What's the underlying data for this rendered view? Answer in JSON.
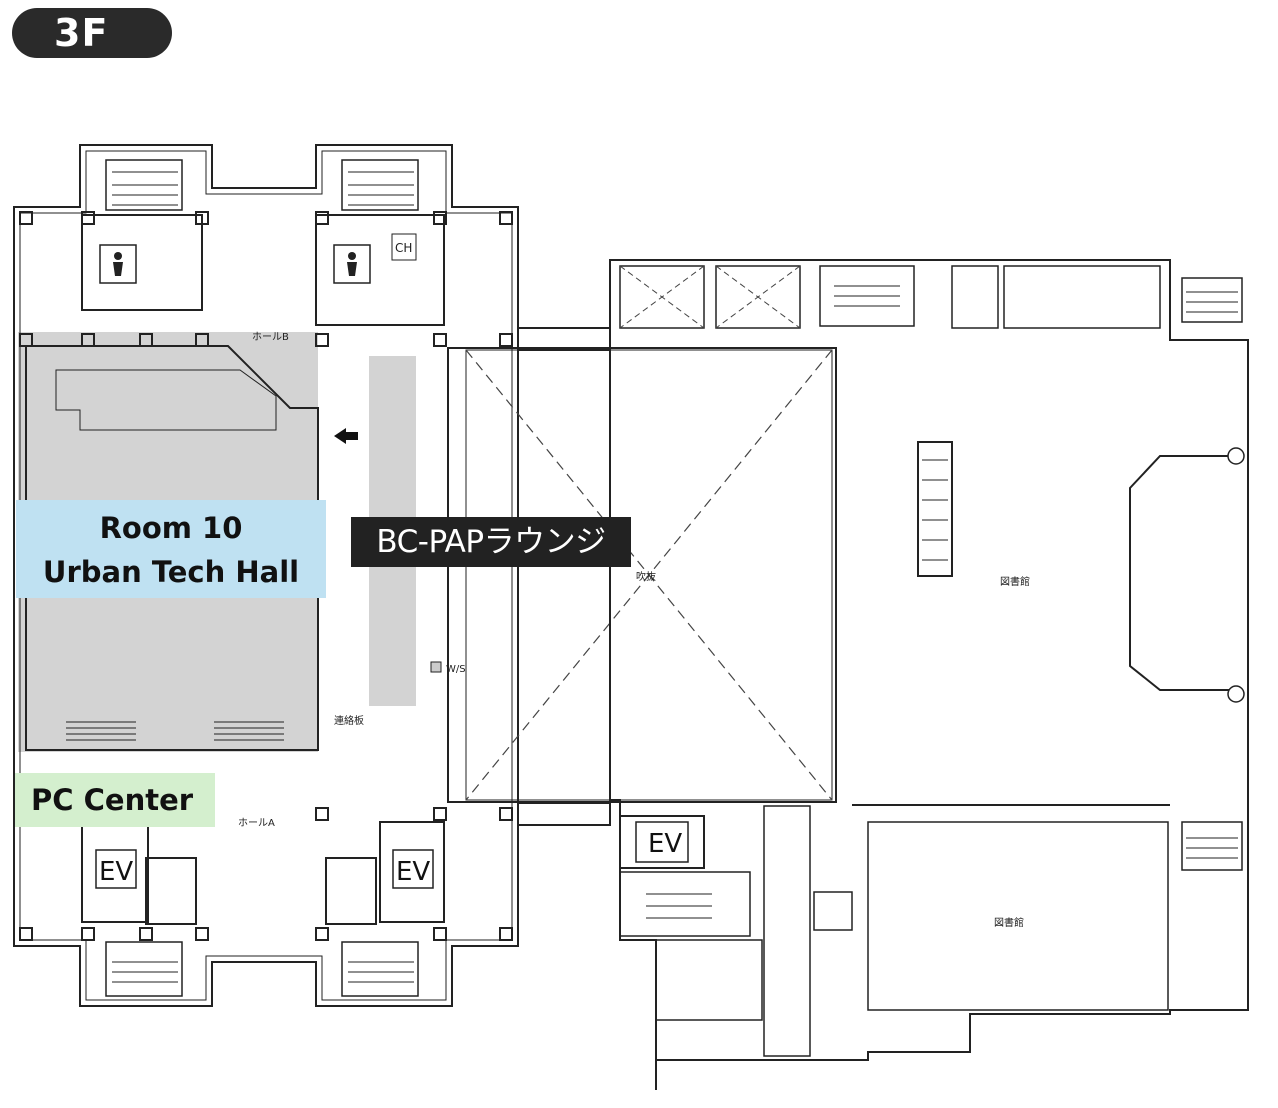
{
  "floor_badge": "3F",
  "labels": {
    "room_line1": "Room 10",
    "room_line2": "Urban Tech Hall",
    "lounge": "BC-PAPラウンジ",
    "pc_center": "PC Center"
  },
  "plan_text": {
    "hall_b": "ホールB",
    "hall_a": "ホールA",
    "atrium": "吹抜",
    "ws": "W/S",
    "library_upper": "図書館",
    "library_lower": "図書館",
    "ch": "CH",
    "ev_left": "EV",
    "ev_mid": "EV",
    "ev_right": "EV",
    "notice": "連絡板"
  },
  "colors": {
    "hall_fill": "#d3d3d3",
    "room_label_bg": "#bfe1f2",
    "pc_label_bg": "#d4efce",
    "lounge_label_bg": "#222222",
    "badge_bg": "#2a2a2a"
  }
}
